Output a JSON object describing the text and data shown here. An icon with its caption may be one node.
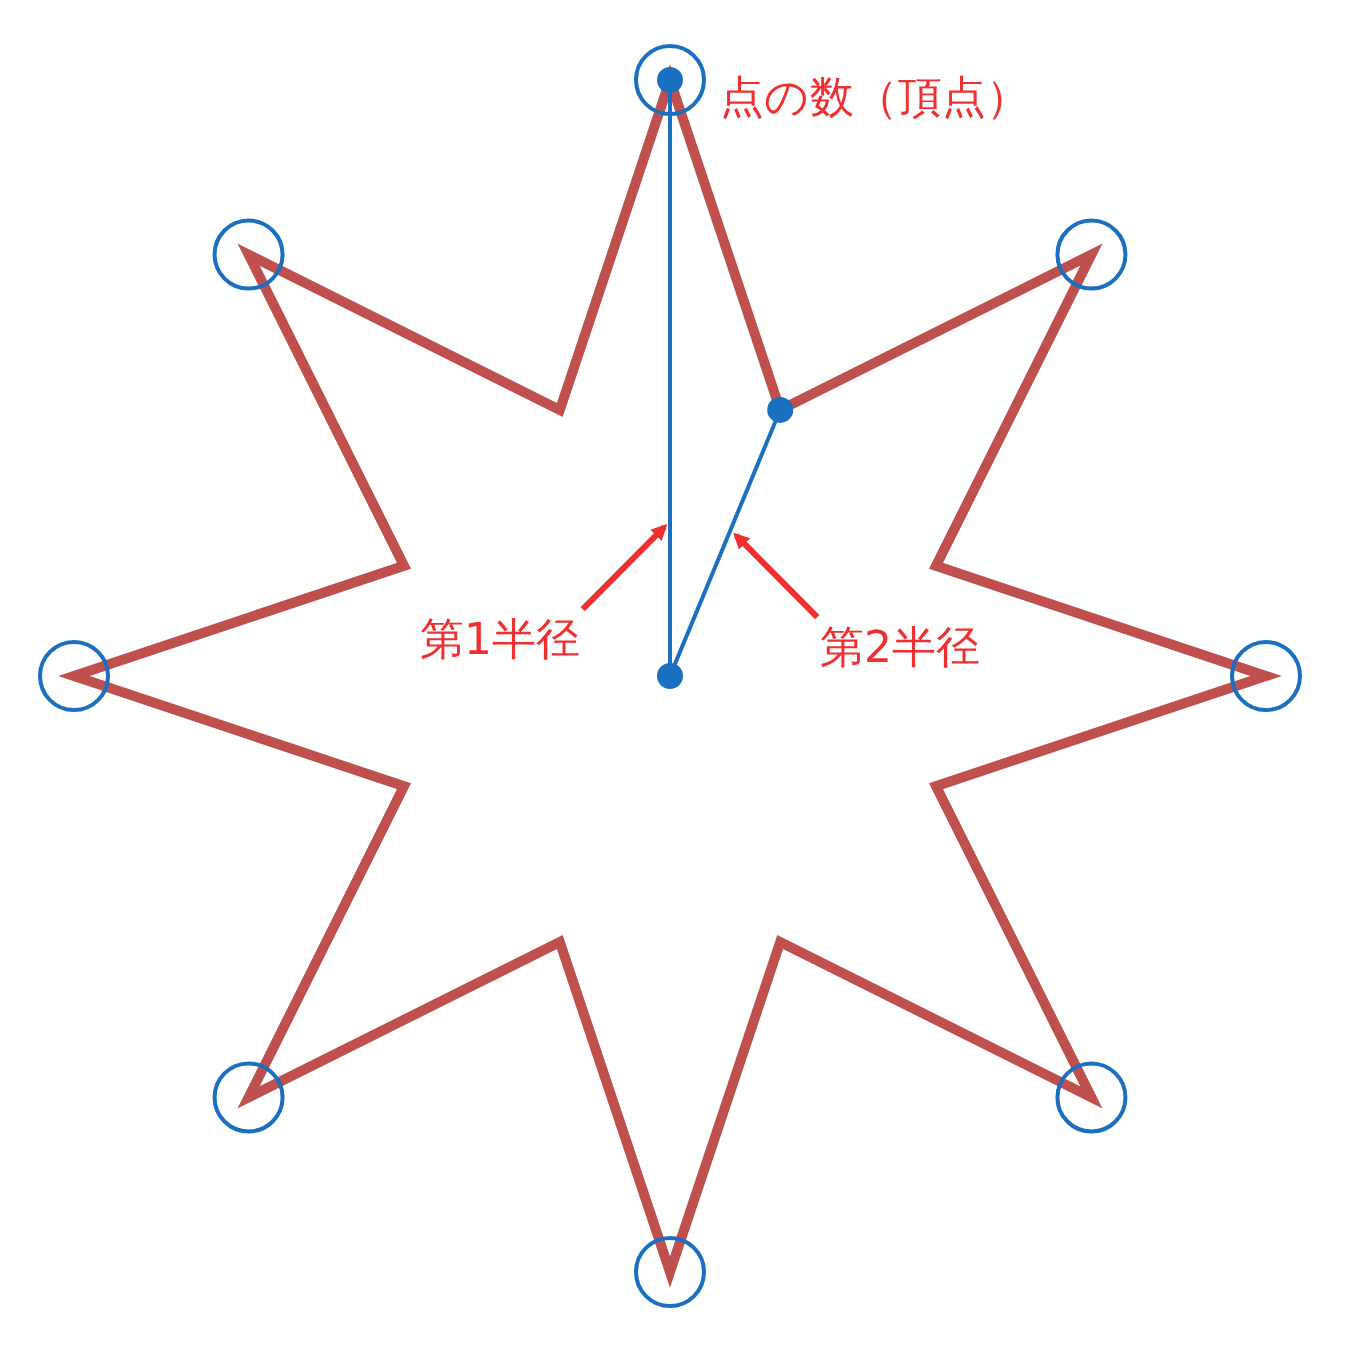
{
  "diagram": {
    "nodes": [
      {
        "text": [
          "第1半径"
        ]
      },
      {
        "text": [
          "第2半径"
        ]
      },
      {
        "text": [],
        "shape": "line"
      },
      {
        "text": [],
        "shape": "line"
      }
    ],
    "edges": [
      {
        "from": 0,
        "to": 2,
        "arrow": "to"
      },
      {
        "from": 1,
        "to": 3,
        "arrow": "to"
      }
    ],
    "labels": [
      "点の数（頂点）"
    ]
  }
}
